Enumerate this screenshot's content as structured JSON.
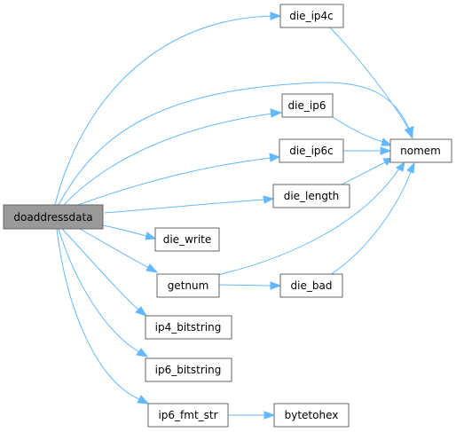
{
  "graph": {
    "nodes": {
      "doaddressdata": "doaddressdata",
      "die_ip4c": "die_ip4c",
      "die_ip6": "die_ip6",
      "die_ip6c": "die_ip6c",
      "die_length": "die_length",
      "die_write": "die_write",
      "getnum": "getnum",
      "die_bad": "die_bad",
      "nomem": "nomem",
      "ip4_bitstring": "ip4_bitstring",
      "ip6_bitstring": "ip6_bitstring",
      "ip6_fmt_str": "ip6_fmt_str",
      "bytetohex": "bytetohex"
    },
    "edges": [
      [
        "doaddressdata",
        "die_ip4c"
      ],
      [
        "doaddressdata",
        "nomem"
      ],
      [
        "doaddressdata",
        "die_ip6"
      ],
      [
        "doaddressdata",
        "die_ip6c"
      ],
      [
        "doaddressdata",
        "die_length"
      ],
      [
        "doaddressdata",
        "die_write"
      ],
      [
        "doaddressdata",
        "getnum"
      ],
      [
        "doaddressdata",
        "ip4_bitstring"
      ],
      [
        "doaddressdata",
        "ip6_bitstring"
      ],
      [
        "doaddressdata",
        "ip6_fmt_str"
      ],
      [
        "die_ip4c",
        "nomem"
      ],
      [
        "die_ip6",
        "nomem"
      ],
      [
        "die_ip6c",
        "nomem"
      ],
      [
        "die_length",
        "nomem"
      ],
      [
        "getnum",
        "nomem"
      ],
      [
        "getnum",
        "die_bad"
      ],
      [
        "die_bad",
        "nomem"
      ],
      [
        "ip6_fmt_str",
        "bytetohex"
      ]
    ]
  }
}
